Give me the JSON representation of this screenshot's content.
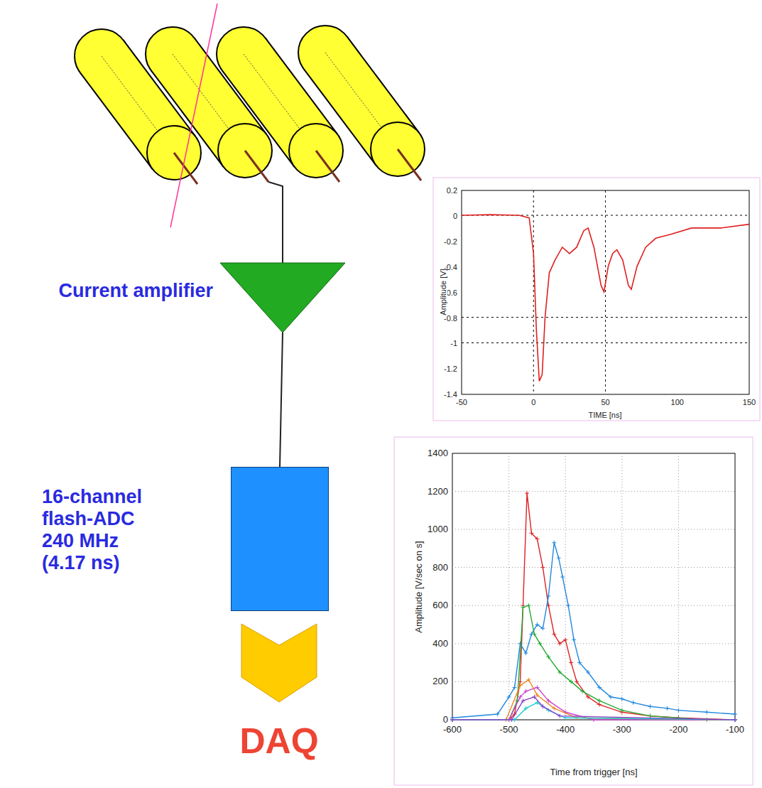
{
  "diagram": {
    "nodes": [
      {
        "text": [
          "Current amplifier"
        ]
      },
      {
        "text": [
          "16-channel flash-ADC 240 MHz (4.17 ns)"
        ]
      },
      {
        "text": [
          "DAQ"
        ]
      }
    ],
    "edges": [
      {
        "from": 0,
        "to": 1,
        "arrow": "none"
      }
    ],
    "labels": [
      "0.2",
      "0",
      "-0.2",
      "-0.4",
      "-0.6",
      "-0.8",
      "-1",
      "-1.2",
      "-1.4",
      "-50",
      "0",
      "50",
      "100",
      "150",
      "Amplitude [V]",
      "TIME [ns]",
      "0",
      "200",
      "400",
      "600",
      "800",
      "1000",
      "1200",
      "1400",
      "-600",
      "-500",
      "-400",
      "-300",
      "-200",
      "-100",
      "Amplitude [V/sec on s]",
      "Time from trigger [ns]"
    ]
  }
}
